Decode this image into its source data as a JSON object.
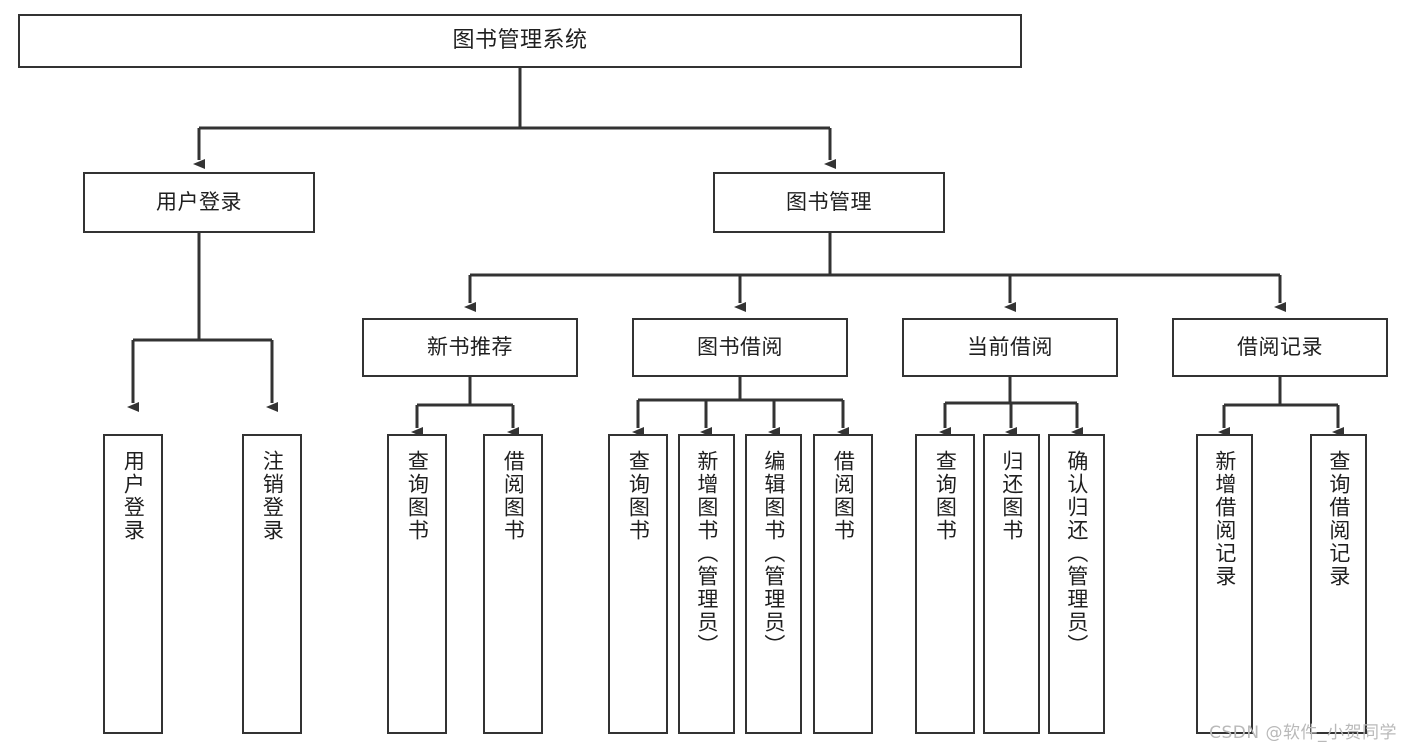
{
  "diagram": {
    "type": "tree",
    "title": "图书管理系统",
    "root": {
      "id": "root",
      "label": "图书管理系统"
    },
    "level1": [
      {
        "id": "user-login",
        "label": "用户登录"
      },
      {
        "id": "book-manage",
        "label": "图书管理"
      }
    ],
    "level2": [
      {
        "id": "new-book-recommend",
        "label": "新书推荐",
        "parent": "book-manage"
      },
      {
        "id": "book-borrow",
        "label": "图书借阅",
        "parent": "book-manage"
      },
      {
        "id": "current-borrow",
        "label": "当前借阅",
        "parent": "book-manage"
      },
      {
        "id": "borrow-record",
        "label": "借阅记录",
        "parent": "book-manage"
      }
    ],
    "leaves": [
      {
        "id": "leaf-user-login",
        "label": "用户登录",
        "parent": "user-login"
      },
      {
        "id": "leaf-user-logout",
        "label": "注销登录",
        "parent": "user-login"
      },
      {
        "id": "leaf-query-book-1",
        "label": "查询图书",
        "parent": "new-book-recommend"
      },
      {
        "id": "leaf-borrow-book-1",
        "label": "借阅图书",
        "parent": "new-book-recommend"
      },
      {
        "id": "leaf-query-book-2",
        "label": "查询图书",
        "parent": "book-borrow"
      },
      {
        "id": "leaf-add-book",
        "label": "新增图书（管理员）",
        "parent": "book-borrow"
      },
      {
        "id": "leaf-edit-book",
        "label": "编辑图书（管理员）",
        "parent": "book-borrow"
      },
      {
        "id": "leaf-borrow-book-2",
        "label": "借阅图书",
        "parent": "book-borrow"
      },
      {
        "id": "leaf-query-book-3",
        "label": "查询图书",
        "parent": "current-borrow"
      },
      {
        "id": "leaf-return-book",
        "label": "归还图书",
        "parent": "current-borrow"
      },
      {
        "id": "leaf-confirm-return",
        "label": "确认归还（管理员）",
        "parent": "current-borrow"
      },
      {
        "id": "leaf-add-record",
        "label": "新增借阅记录",
        "parent": "borrow-record"
      },
      {
        "id": "leaf-query-record",
        "label": "查询借阅记录",
        "parent": "borrow-record"
      }
    ],
    "colors": {
      "node_border": "#333333",
      "node_fill": "#ffffff",
      "edge": "#333333",
      "text": "#1f1f1f",
      "watermark": "#b9b9b9",
      "background": "#ffffff"
    }
  },
  "watermark": {
    "text": "CSDN @软件_小贺同学"
  }
}
